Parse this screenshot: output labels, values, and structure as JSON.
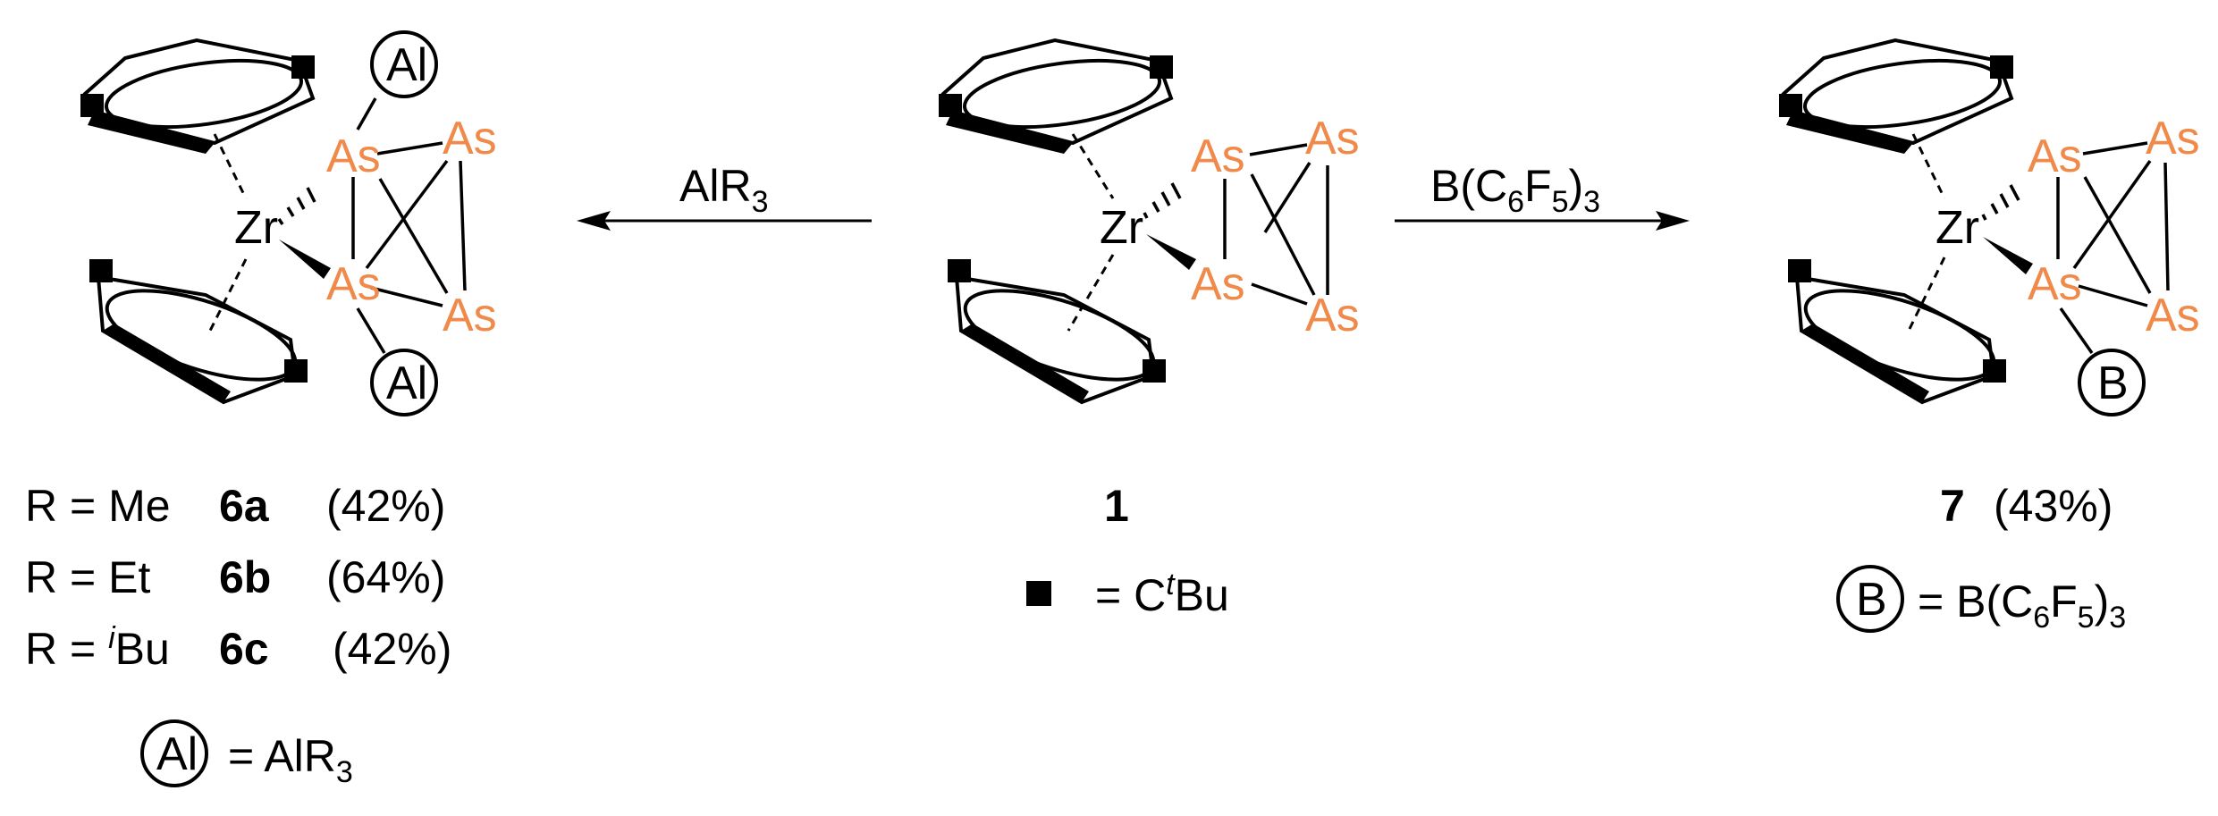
{
  "reagents": {
    "left_arrow": {
      "base": "AlR",
      "sub": "3"
    },
    "right_arrow": {
      "base": "B(C",
      "sub1": "6",
      "mid": "F",
      "sub2": "5",
      "close": ")",
      "sub3": "3"
    }
  },
  "atoms": {
    "zr": "Zr",
    "as": "As"
  },
  "circled": {
    "al": "Al",
    "b": "B"
  },
  "compound_1": {
    "number": "1",
    "legend": {
      "eq": "= C",
      "sup": "t",
      "rest": "Bu"
    }
  },
  "compound_6": {
    "rows": [
      {
        "r_label": "R = Me",
        "sup": "",
        "number": "6a",
        "yield": "(42%)"
      },
      {
        "r_label": "R = Et",
        "sup": "",
        "number": "6b",
        "yield": "(64%)"
      },
      {
        "r_label": "R = ",
        "sup": "i",
        "r_rest": "Bu",
        "number": "6c",
        "yield": "(42%)"
      }
    ],
    "legend": {
      "eq": "= AlR",
      "sub": "3"
    }
  },
  "compound_7": {
    "number": "7",
    "yield": "(43%)",
    "legend": {
      "eq": "= B(C",
      "sub1": "6",
      "mid": "F",
      "sub2": "5",
      "close": ")",
      "sub3": "3"
    }
  }
}
